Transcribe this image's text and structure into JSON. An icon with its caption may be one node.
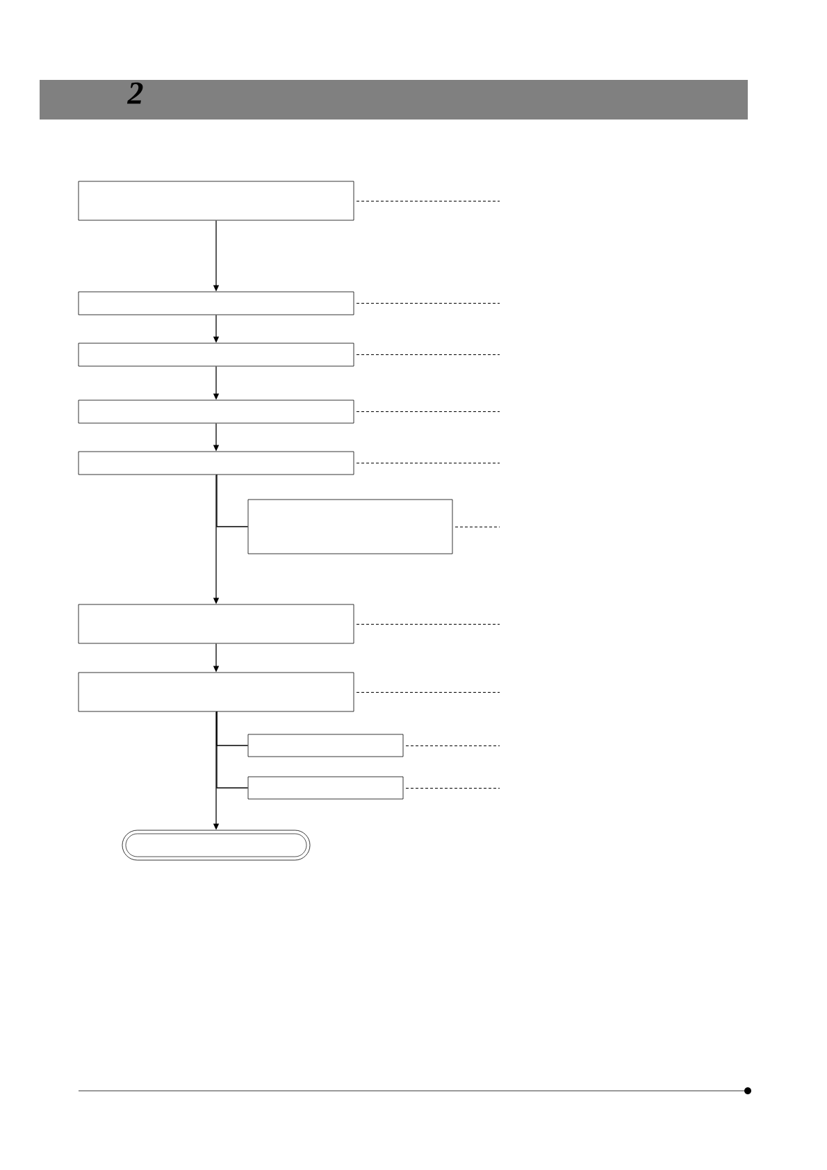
{
  "diagram": {
    "nodes": [
      {
        "text": [],
        "shape": "box"
      },
      {
        "text": [],
        "shape": "box"
      },
      {
        "text": [],
        "shape": "box"
      },
      {
        "text": [],
        "shape": "box"
      },
      {
        "text": [],
        "shape": "box"
      },
      {
        "text": [],
        "shape": "box"
      },
      {
        "text": [],
        "shape": "box"
      },
      {
        "text": [],
        "shape": "box"
      },
      {
        "text": [],
        "shape": "box"
      },
      {
        "text": [],
        "shape": "box"
      },
      {
        "text": [],
        "shape": "terminal"
      }
    ],
    "edges": [
      {
        "from": 0,
        "to": 1,
        "arrow": "to"
      },
      {
        "from": 1,
        "to": 2,
        "arrow": "to"
      },
      {
        "from": 2,
        "to": 3,
        "arrow": "to"
      },
      {
        "from": 3,
        "to": 4,
        "arrow": "to"
      },
      {
        "from": 4,
        "to": 5,
        "arrow": "none"
      },
      {
        "from": 4,
        "to": 6,
        "arrow": "to"
      },
      {
        "from": 6,
        "to": 7,
        "arrow": "to"
      },
      {
        "from": 7,
        "to": 8,
        "arrow": "none"
      },
      {
        "from": 7,
        "to": 9,
        "arrow": "none"
      },
      {
        "from": 7,
        "to": 10,
        "arrow": "to"
      },
      {
        "from": 0,
        "to": null,
        "arrow": "none",
        "style": "dashed"
      },
      {
        "from": 1,
        "to": null,
        "arrow": "none",
        "style": "dashed"
      },
      {
        "from": 2,
        "to": null,
        "arrow": "none",
        "style": "dashed"
      },
      {
        "from": 3,
        "to": null,
        "arrow": "none",
        "style": "dashed"
      },
      {
        "from": 4,
        "to": null,
        "arrow": "none",
        "style": "dashed"
      },
      {
        "from": 5,
        "to": null,
        "arrow": "none",
        "style": "dashed"
      },
      {
        "from": 6,
        "to": null,
        "arrow": "none",
        "style": "dashed"
      },
      {
        "from": 7,
        "to": null,
        "arrow": "none",
        "style": "dashed"
      },
      {
        "from": 8,
        "to": null,
        "arrow": "none",
        "style": "dashed"
      },
      {
        "from": 9,
        "to": null,
        "arrow": "none",
        "style": "dashed"
      }
    ],
    "labels": [
      "2"
    ]
  }
}
